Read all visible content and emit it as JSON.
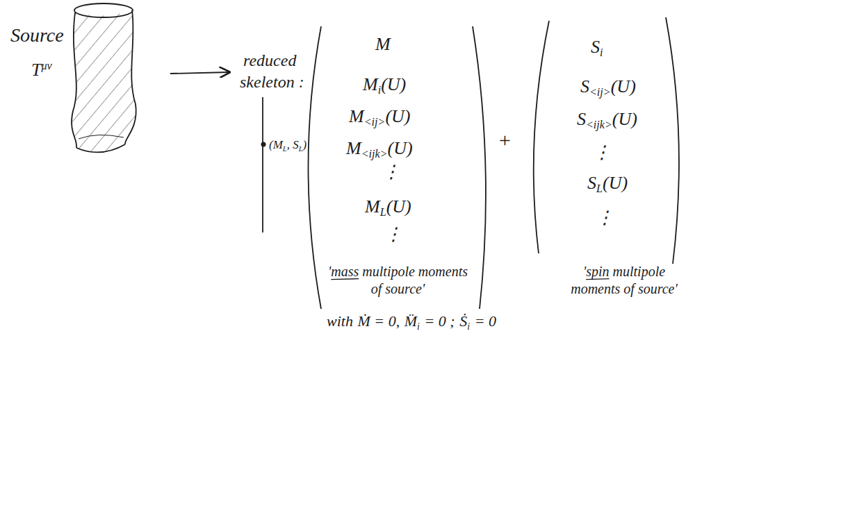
{
  "diagram": {
    "labels": [
      "Source",
      "T",
      "μν",
      "reduced",
      "skeleton :",
      "(M",
      "L",
      ", S",
      "L",
      ")",
      "M",
      "M",
      "i",
      "(U)",
      "M",
      "<ij>",
      "(U)",
      "M",
      "<ijk>",
      "(U)",
      "⋮",
      "M",
      "L",
      "(U)",
      "⋮",
      "+",
      "S",
      "i",
      "S",
      "<ij>",
      "(U)",
      "S",
      "<ijk>",
      "(U)",
      "⋮",
      "S",
      "L",
      "(U)",
      "⋮",
      "'mass multipole moments of source'",
      "'spin multipole moments of source'",
      "with",
      "Ṁ = 0,",
      "M̈",
      "i",
      "= 0 ;",
      "Ṡ",
      "i",
      "= 0"
    ]
  }
}
